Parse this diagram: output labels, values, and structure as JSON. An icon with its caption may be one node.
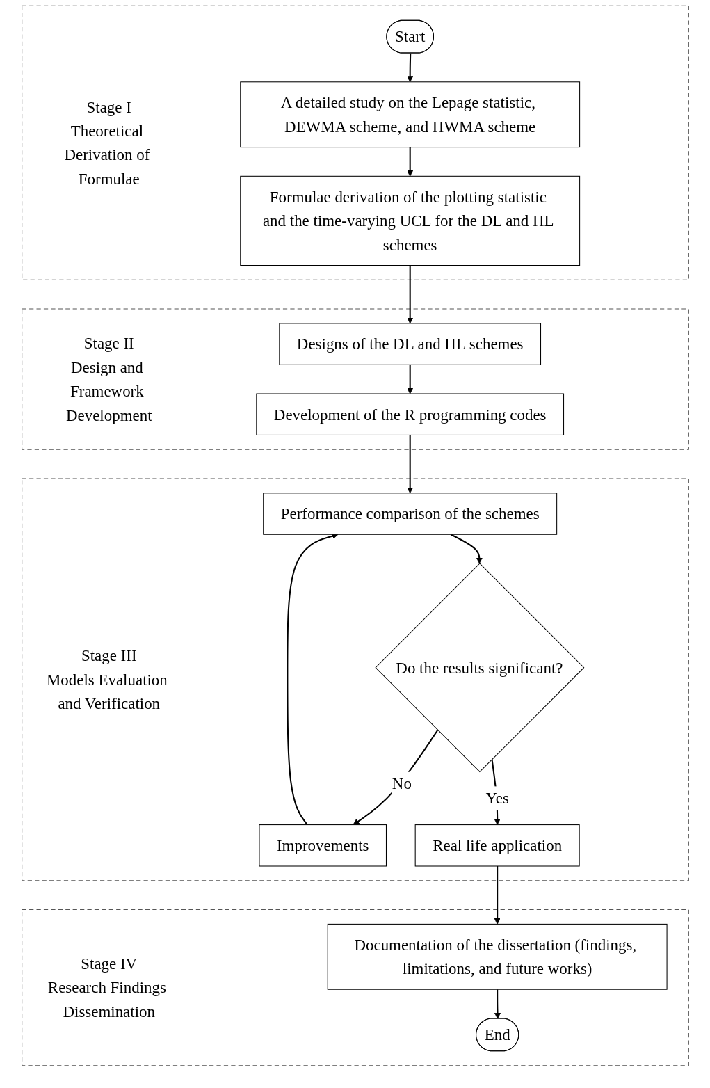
{
  "diagram": {
    "nodes": [
      {
        "text": [
          "Stage I",
          "Theoretical Derivation of Formulae"
        ]
      },
      {
        "text": [
          "Start"
        ],
        "in": 0
      },
      {
        "text": [
          "A detailed study on the Lepage statistic, DEWMA scheme, and HWMA scheme"
        ],
        "in": 0
      },
      {
        "text": [
          "Formulae derivation of the plotting statistic and the time-varying UCL for the DL and HL schemes"
        ],
        "in": 0
      },
      {
        "text": [
          "Stage II",
          "Design and Framework Development"
        ]
      },
      {
        "text": [
          "Designs of the DL and HL schemes"
        ],
        "in": 4
      },
      {
        "text": [
          "Development of the R programming codes"
        ],
        "in": 4
      },
      {
        "text": [
          "Stage III",
          "Models Evaluation and Verification"
        ]
      },
      {
        "text": [
          "Performance comparison of the schemes"
        ],
        "in": 7
      },
      {
        "text": [
          "Improvements"
        ],
        "in": 7
      },
      {
        "text": [
          "Do the results significant?"
        ],
        "in": 7
      },
      {
        "text": [
          "Real life application"
        ],
        "in": 7
      },
      {
        "text": [
          "Stage IV",
          "Research Findings Dissemination"
        ]
      },
      {
        "text": [
          "Documentation of the dissertation (findings, limitations, and future works)"
        ],
        "in": 12
      },
      {
        "text": [
          "End"
        ],
        "in": 12
      }
    ],
    "edges": [
      {
        "from": 1,
        "to": 2,
        "arrow": "to"
      },
      {
        "from": 2,
        "to": 3,
        "arrow": "to"
      },
      {
        "from": 3,
        "to": 5,
        "arrow": "to"
      },
      {
        "from": 5,
        "to": 6,
        "arrow": "to"
      },
      {
        "from": 6,
        "to": 8,
        "arrow": "to"
      },
      {
        "from": 8,
        "to": 10,
        "arrow": "to"
      },
      {
        "from": 10,
        "to": 9,
        "arrow": "to",
        "label": "No"
      },
      {
        "from": 9,
        "to": 8,
        "arrow": "to"
      },
      {
        "from": 10,
        "to": 11,
        "arrow": "to",
        "label": "Yes"
      },
      {
        "from": 11,
        "to": 13,
        "arrow": "to"
      },
      {
        "from": 13,
        "to": 14,
        "arrow": "to"
      }
    ]
  }
}
